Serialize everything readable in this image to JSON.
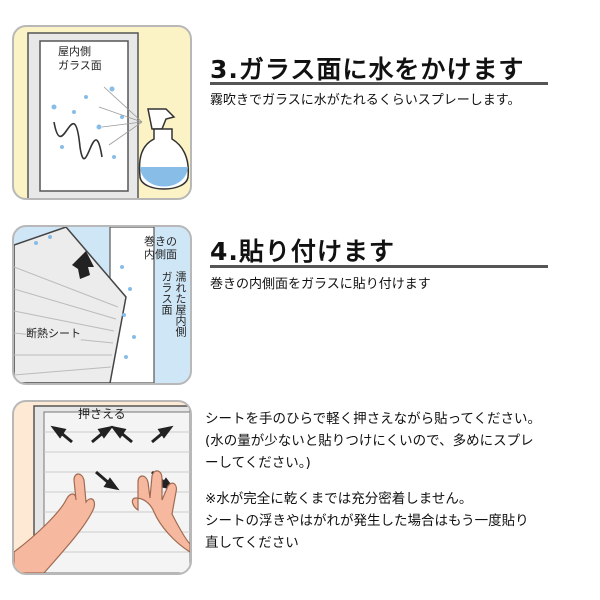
{
  "step3": {
    "title": "3.ガラス面に水をかけます",
    "description": "霧吹きでガラスに水がたれるくらいスプレーします。",
    "illustration": {
      "label_line1": "屋内側",
      "label_line2": "ガラス面"
    }
  },
  "step4": {
    "title": "4.貼り付けます",
    "description": "巻きの内側面をガラスに貼り付けます",
    "illustration": {
      "label_inner_line1": "巻きの",
      "label_inner_line2": "内側面",
      "label_wet_col1": "濡れた屋内側",
      "label_wet_col2": "ガラス面",
      "label_sheet": "断熱シート"
    }
  },
  "step5": {
    "illustration": {
      "label_press": "押さえる"
    },
    "lines": [
      "シートを手のひらで軽く押さえながら貼ってください。",
      "(水の量が少ないと貼りつけにくいので、多めにスプレ",
      "ーしてください。)"
    ],
    "note_lines": [
      "※水が完全に乾くまでは充分密着しません。",
      "シートの浮きやはがれが発生した場合はもう一度貼り",
      "直してください"
    ]
  },
  "colors": {
    "panel3_bg": "#fbf2c6",
    "panel4_bg": "#cfe6f6",
    "panel5_bg": "#fde9d4",
    "water_drop": "#88bde8",
    "skin": "#f6b9a0"
  }
}
